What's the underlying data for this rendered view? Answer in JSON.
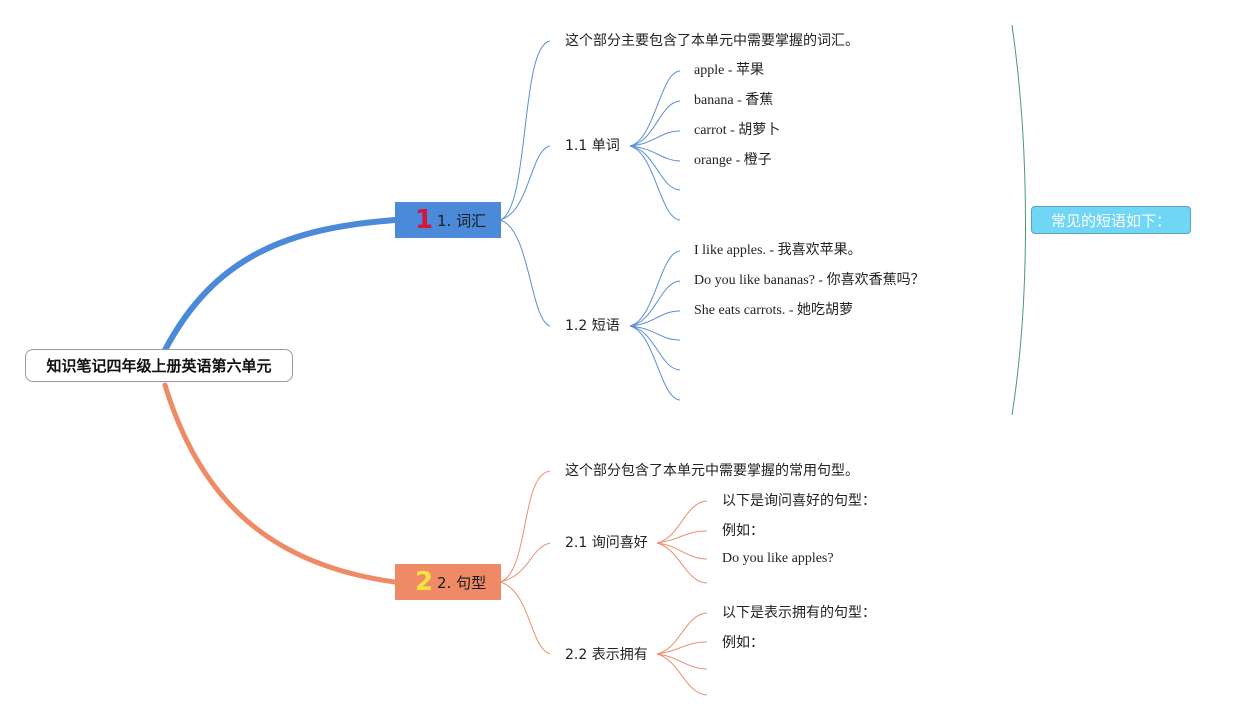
{
  "root": {
    "label": "知识笔记四年级上册英语第六单元"
  },
  "branches": [
    {
      "badge": "1",
      "label": "1. 词汇",
      "intro": "这个部分主要包含了本单元中需要掌握的词汇。",
      "children": [
        {
          "label": "1.1 单词",
          "items": [
            "apple - 苹果",
            "banana - 香蕉",
            "carrot - 胡萝卜",
            "orange - 橙子"
          ]
        },
        {
          "label": "1.2 短语",
          "items": [
            "I like apples. - 我喜欢苹果。",
            "Do you like bananas? - 你喜欢香蕉吗？",
            "She eats carrots. - 她吃胡萝"
          ]
        }
      ]
    },
    {
      "badge": "2",
      "label": "2. 句型",
      "intro": "这个部分包含了本单元中需要掌握的常用句型。",
      "children": [
        {
          "label": "2.1 询问喜好",
          "items": [
            "以下是询问喜好的句型：",
            "例如：",
            "Do you like apples?"
          ]
        },
        {
          "label": "2.2 表示拥有",
          "items": [
            "以下是表示拥有的句型：",
            "例如："
          ]
        }
      ]
    }
  ],
  "summary": {
    "label": "常见的短语如下："
  },
  "colors": {
    "blue_branch": "#4a8ad9",
    "orange_branch": "#ef8a66",
    "blue_line": "#5b8fd1",
    "orange_line": "#ec8f6e",
    "summary_bracket": "#4f9a70",
    "summary_fill": "#6fd6f5"
  }
}
